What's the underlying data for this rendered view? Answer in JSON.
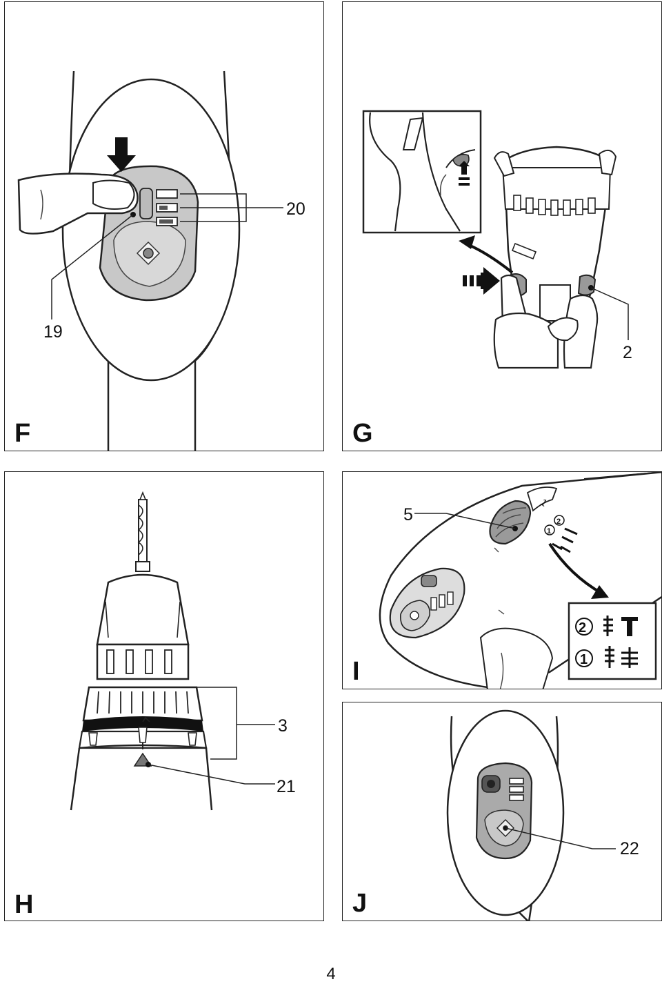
{
  "panels": {
    "F": {
      "label": "F",
      "callouts": {
        "battery_indicator": "20",
        "battery_button": "19"
      }
    },
    "G": {
      "label": "G",
      "callouts": {
        "direction_slider": "2"
      }
    },
    "H": {
      "label": "H",
      "callouts": {
        "torque_collar": "3",
        "marker": "21"
      }
    },
    "I": {
      "label": "I",
      "callouts": {
        "gear_selector": "5"
      },
      "gear_symbols": {
        "high": "2",
        "low": "1",
        "dial_high": "2",
        "dial_low": "1",
        "top_mark": "1"
      }
    },
    "J": {
      "label": "J",
      "callouts": {
        "light": "22"
      }
    }
  },
  "page_number": "4"
}
